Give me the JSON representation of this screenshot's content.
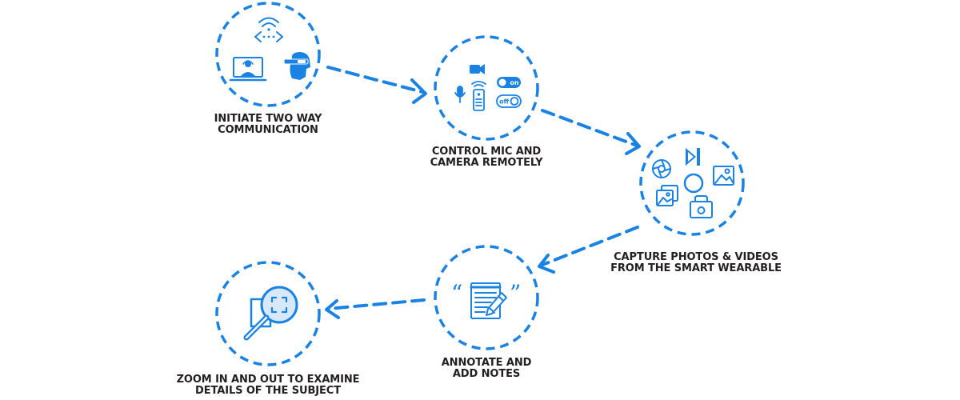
{
  "colors": {
    "accent": "#1a82e2",
    "text": "#231f20",
    "background": "#ffffff"
  },
  "steps": [
    {
      "id": "initiate",
      "icon": "two-way-communication-icon",
      "lines": [
        "INITIATE TWO WAY",
        "COMMUNICATION"
      ]
    },
    {
      "id": "control",
      "icon": "mic-camera-toggle-icon",
      "lines": [
        "CONTROL MIC AND",
        "CAMERA REMOTELY"
      ],
      "toggle_on": "on",
      "toggle_off": "off"
    },
    {
      "id": "capture",
      "icon": "photo-video-capture-icon",
      "lines": [
        "CAPTURE PHOTOS & VIDEOS",
        "FROM THE SMART WEARABLE"
      ]
    },
    {
      "id": "annotate",
      "icon": "annotate-notes-icon",
      "lines": [
        "ANNOTATE AND",
        "ADD NOTES"
      ]
    },
    {
      "id": "zoom",
      "icon": "zoom-magnifier-icon",
      "lines": [
        "ZOOM IN AND OUT TO EXAMINE",
        "DETAILS OF THE SUBJECT"
      ]
    }
  ]
}
